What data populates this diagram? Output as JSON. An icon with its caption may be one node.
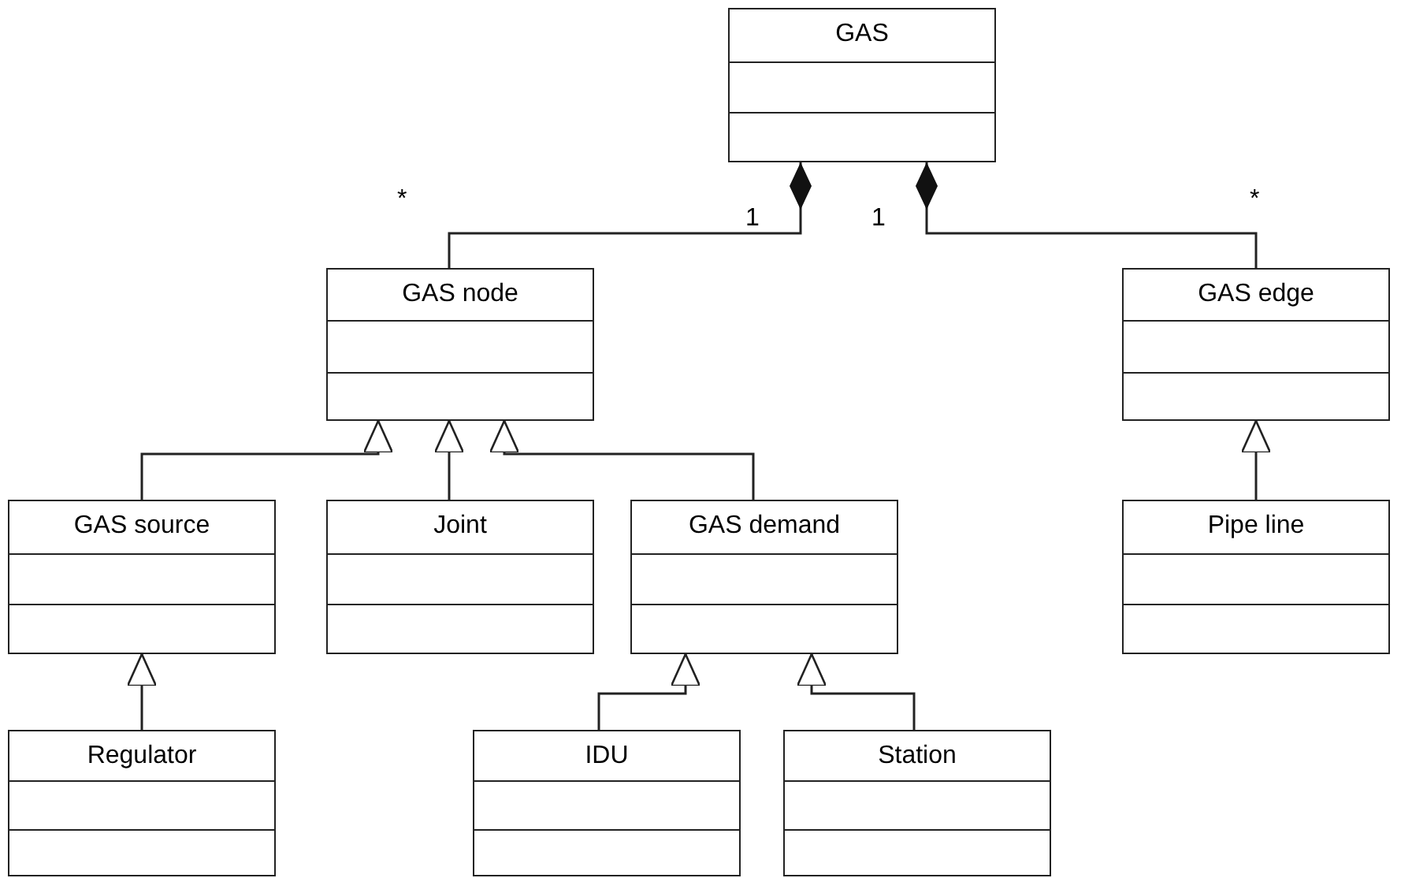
{
  "diagram": {
    "nodes": [
      {
        "text": [
          "GAS"
        ]
      },
      {
        "text": [
          "GAS node"
        ]
      },
      {
        "text": [
          "GAS edge"
        ]
      },
      {
        "text": [
          "GAS source"
        ]
      },
      {
        "text": [
          "Joint"
        ]
      },
      {
        "text": [
          "GAS demand"
        ]
      },
      {
        "text": [
          "Pipe line"
        ]
      },
      {
        "text": [
          "Regulator"
        ]
      },
      {
        "text": [
          "IDU"
        ]
      },
      {
        "text": [
          "Station"
        ]
      }
    ],
    "edges": [
      {
        "from": 1,
        "to": 0,
        "arrow": "other"
      },
      {
        "from": 2,
        "to": 0,
        "arrow": "other"
      },
      {
        "from": 3,
        "to": 1,
        "arrow": "to"
      },
      {
        "from": 4,
        "to": 1,
        "arrow": "to"
      },
      {
        "from": 5,
        "to": 1,
        "arrow": "to"
      },
      {
        "from": 6,
        "to": 2,
        "arrow": "to"
      },
      {
        "from": 7,
        "to": 3,
        "arrow": "to"
      },
      {
        "from": 8,
        "to": 5,
        "arrow": "to"
      },
      {
        "from": 9,
        "to": 5,
        "arrow": "to"
      }
    ],
    "labels": [
      "*",
      "1",
      "1",
      "*"
    ]
  }
}
